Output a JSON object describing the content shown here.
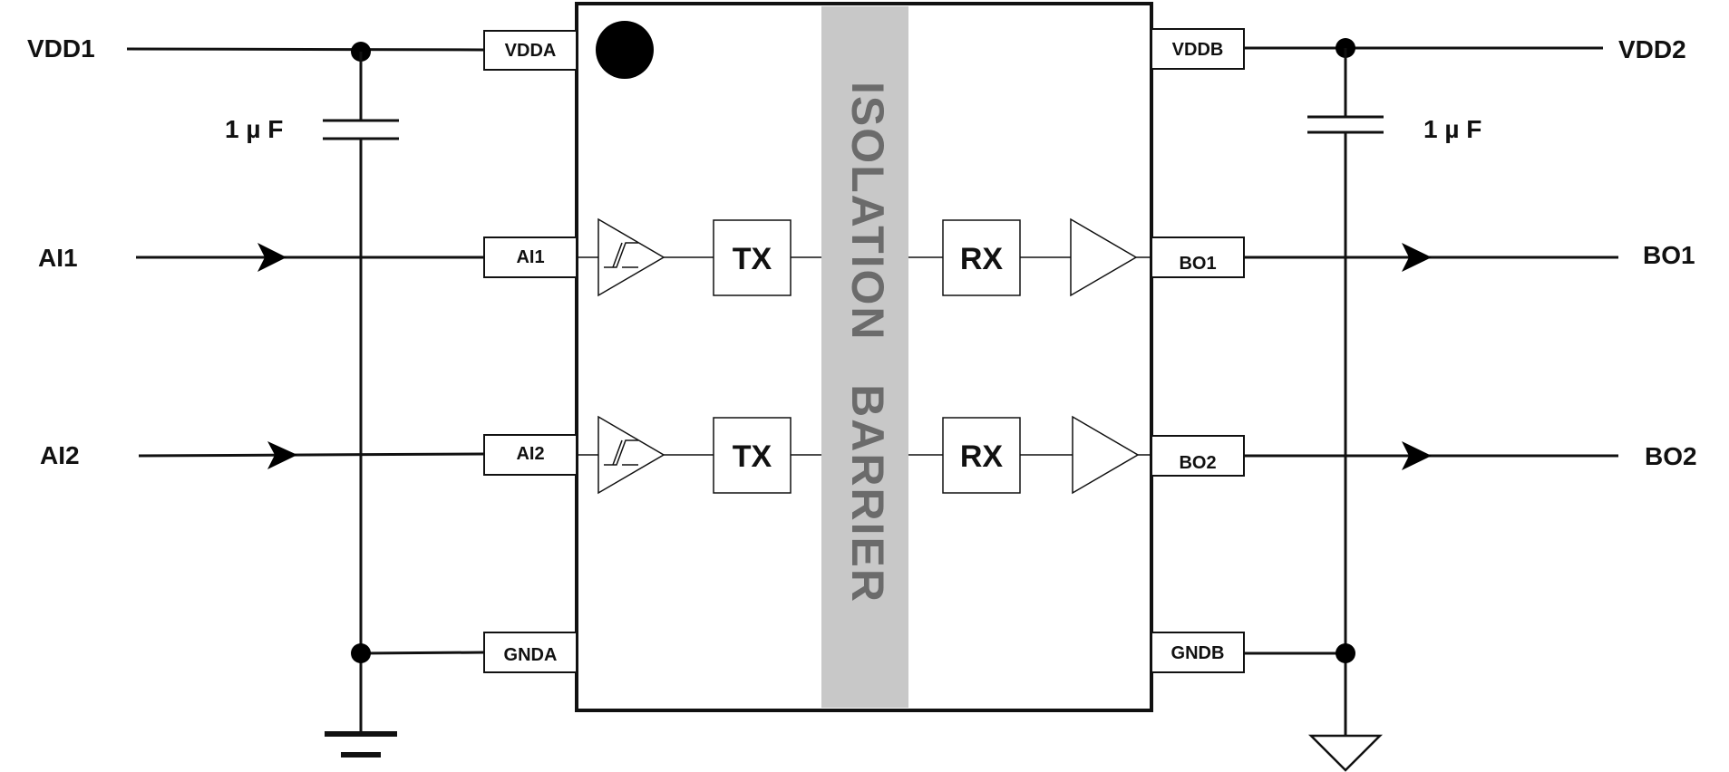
{
  "supplies": {
    "left": "VDD1",
    "right": "VDD2"
  },
  "capacitors": {
    "left": "1 µ F",
    "right": "1 µ F"
  },
  "inputs": [
    "AI1",
    "AI2"
  ],
  "outputs": [
    "BO1",
    "BO2"
  ],
  "pins": {
    "left": [
      "VDDA",
      "AI1",
      "AI2",
      "GNDA"
    ],
    "right": [
      "VDDB",
      "BO1",
      "BO2",
      "GNDB"
    ]
  },
  "blocks": {
    "tx": "TX",
    "rx": "RX"
  },
  "barrier": "ISOLATION   BARRIER",
  "colors": {
    "barrier": "#c8c8c8",
    "barrier_text": "#6b6b6b",
    "line": "#111111"
  }
}
